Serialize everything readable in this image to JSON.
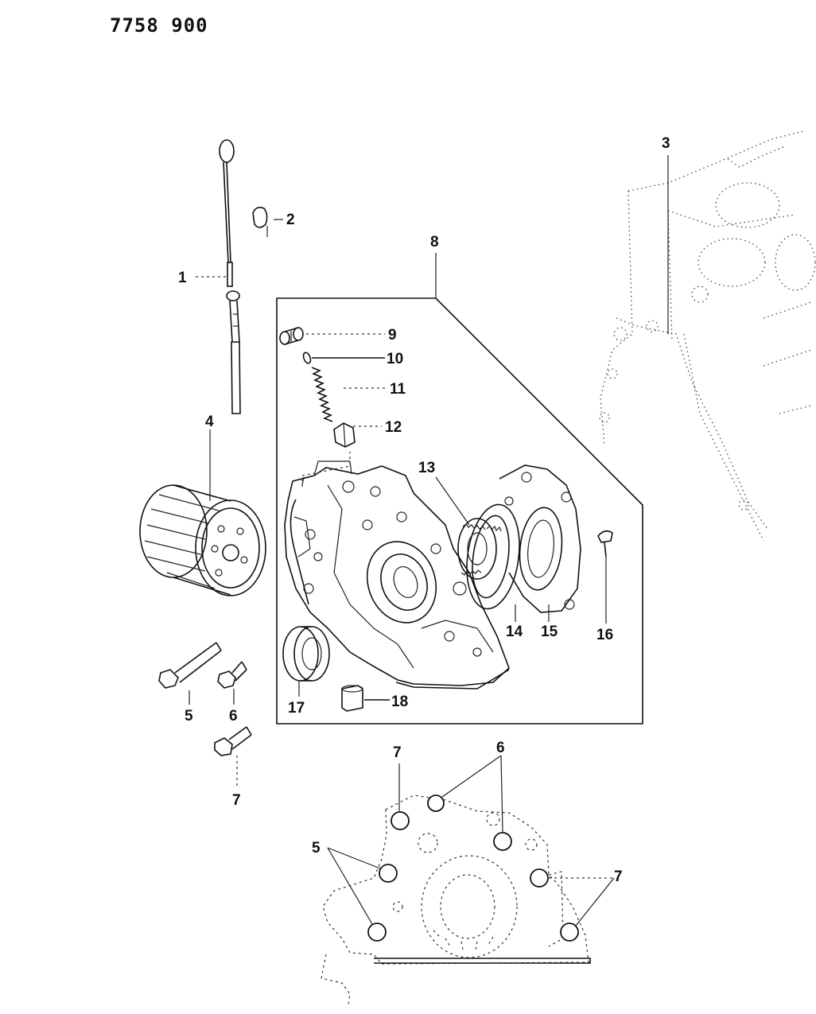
{
  "document_number": "7758 900",
  "callouts": {
    "c1": "1",
    "c2": "2",
    "c3": "3",
    "c4": "4",
    "c5": "5",
    "c6": "6",
    "c7": "7",
    "c8": "8",
    "c9": "9",
    "c10": "10",
    "c11": "11",
    "c12": "12",
    "c13": "13",
    "c14": "14",
    "c15": "15",
    "c16": "16",
    "c17": "17",
    "c18": "18"
  },
  "detail_callouts": {
    "d7a": "7",
    "d6": "6",
    "d5": "5",
    "d7b": "7"
  }
}
